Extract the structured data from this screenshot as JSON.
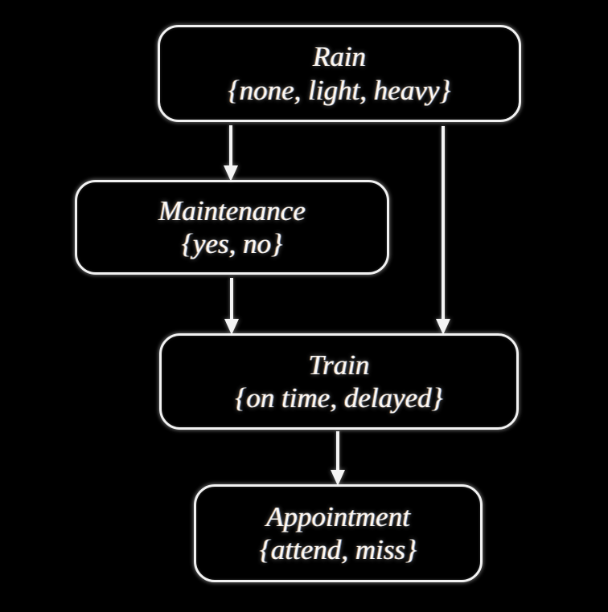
{
  "diagram": {
    "type": "bayesian-network",
    "background_color": "#000000",
    "node_border_color": "#f2f2f2",
    "text_color": "#fbf8f4",
    "edge_color": "#f4f4f4",
    "nodes": [
      {
        "id": "rain",
        "name": "Rain",
        "states_text": "{none, light, heavy}",
        "states": [
          "none",
          "light",
          "heavy"
        ]
      },
      {
        "id": "maintenance",
        "name": "Maintenance",
        "states_text": "{yes, no}",
        "states": [
          "yes",
          "no"
        ]
      },
      {
        "id": "train",
        "name": "Train",
        "states_text": "{on time, delayed}",
        "states": [
          "on time",
          "delayed"
        ]
      },
      {
        "id": "appointment",
        "name": "Appointment",
        "states_text": "{attend, miss}",
        "states": [
          "attend",
          "miss"
        ]
      }
    ],
    "edges": [
      {
        "id": "rain-maintenance",
        "from": "Rain",
        "to": "Maintenance"
      },
      {
        "id": "rain-train",
        "from": "Rain",
        "to": "Train"
      },
      {
        "id": "maintenance-train",
        "from": "Maintenance",
        "to": "Train"
      },
      {
        "id": "train-appointment",
        "from": "Train",
        "to": "Appointment"
      }
    ]
  }
}
